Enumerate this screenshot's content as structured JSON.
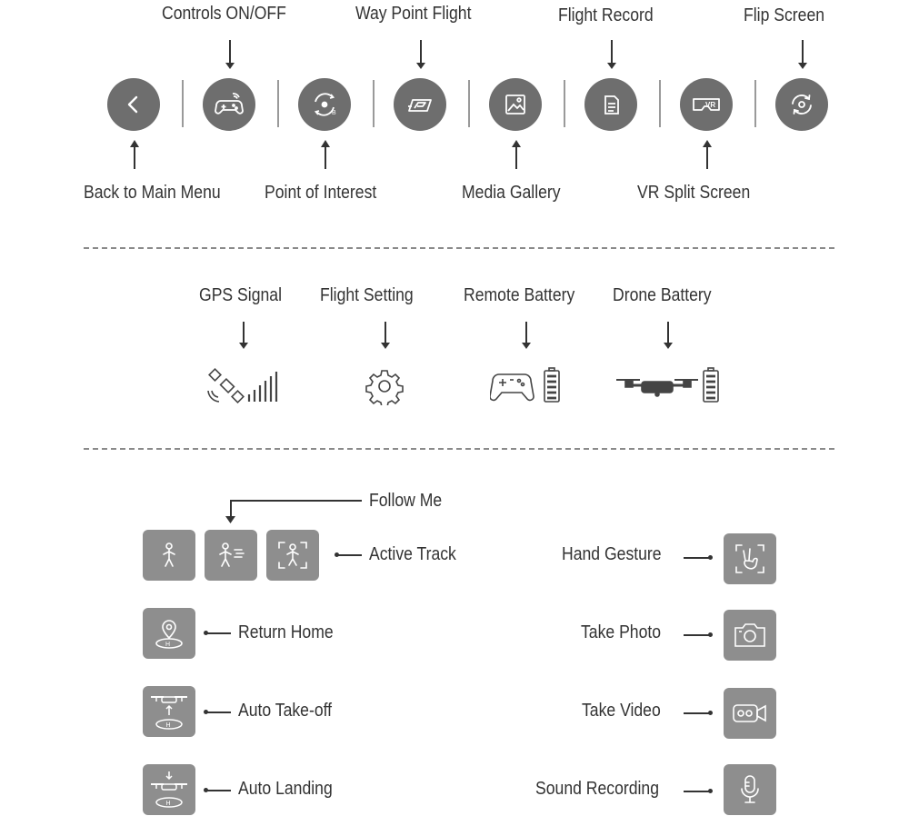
{
  "top_bar": {
    "above": {
      "controls": "Controls ON/OFF",
      "waypoint": "Way Point Flight",
      "record": "Flight Record",
      "flip": "Flip Screen"
    },
    "below": {
      "back": "Back to Main Menu",
      "poi": "Point of Interest",
      "gallery": "Media Gallery",
      "vr": "VR Split Screen"
    },
    "icons": [
      "chevron-left-icon",
      "gamepad-icon",
      "orbit-icon",
      "waypoint-icon",
      "image-icon",
      "document-icon",
      "vr-headset-icon",
      "rotate-icon"
    ]
  },
  "status_bar": {
    "gps": "GPS Signal",
    "setting": "Flight Setting",
    "remote": "Remote Battery",
    "drone": "Drone Battery"
  },
  "modes": {
    "follow_me": "Follow Me",
    "active_track": "Active Track",
    "return_home": "Return Home",
    "auto_takeoff": "Auto Take-off",
    "auto_landing": "Auto Landing",
    "hand_gesture": "Hand Gesture",
    "take_photo": "Take Photo",
    "take_video": "Take Video",
    "sound_recording": "Sound Recording"
  },
  "colors": {
    "circle": "#6e6e6e",
    "square": "#8e8e8e",
    "text": "#333333"
  }
}
